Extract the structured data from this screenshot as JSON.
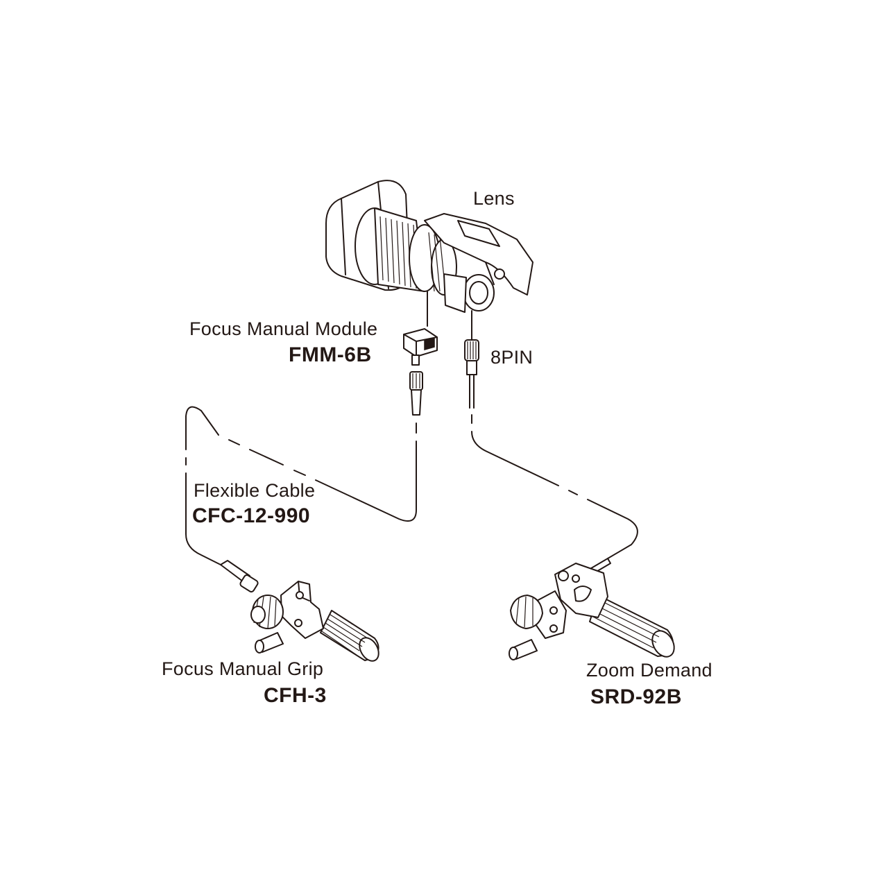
{
  "labels": {
    "lens": {
      "name": "Lens"
    },
    "fmm": {
      "name": "Focus Manual Module",
      "model": "FMM-6B"
    },
    "pin": {
      "name": "8PIN"
    },
    "cable": {
      "name": "Flexible Cable",
      "model": "CFC-12-990"
    },
    "grip": {
      "name": "Focus Manual Grip",
      "model": "CFH-3"
    },
    "zoom": {
      "name": "Zoom Demand",
      "model": "SRD-92B"
    }
  },
  "colors": {
    "ink": "#231815",
    "background": "#ffffff"
  }
}
